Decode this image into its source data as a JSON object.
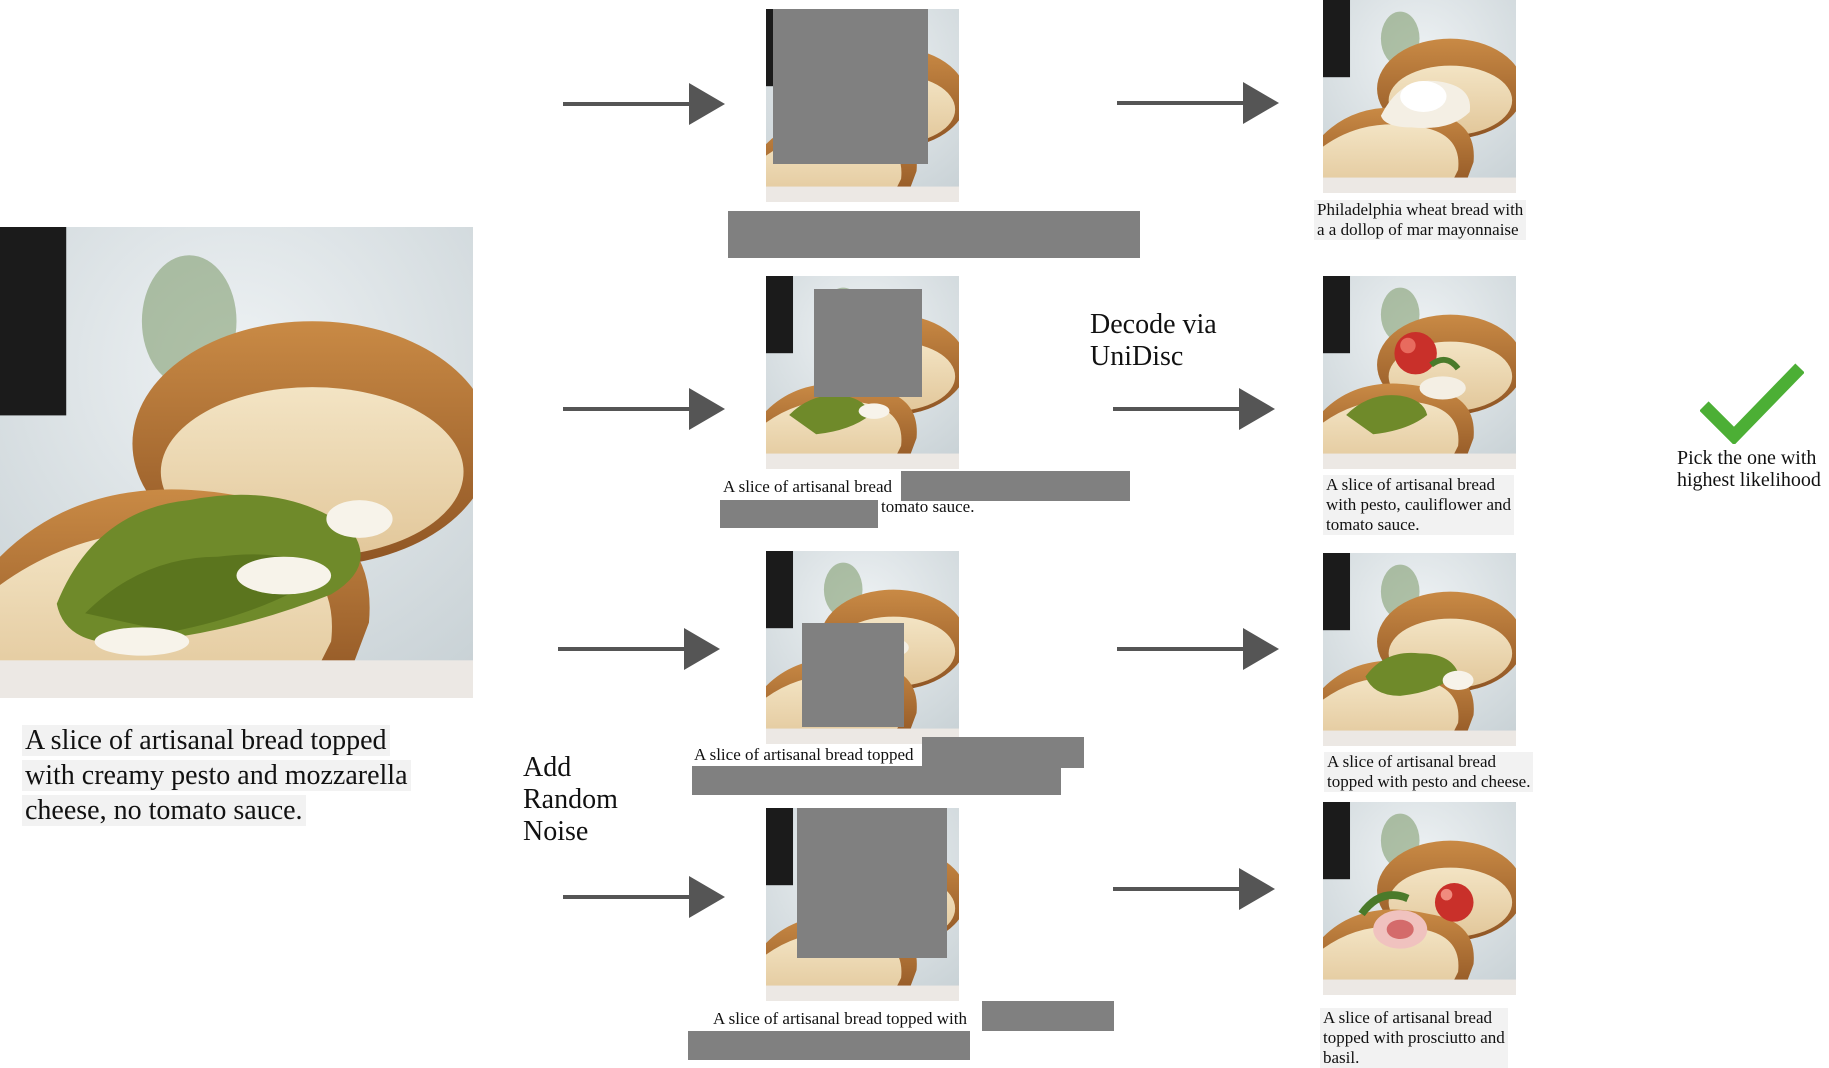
{
  "colors": {
    "mask": "#808080",
    "arrow": "#555555",
    "check": "#4caf35",
    "caption_bg": "#f2f2f2"
  },
  "source": {
    "image": "photo of artisanal bread with pesto and mozzarella",
    "caption_lines": [
      "A slice of artisanal bread topped",
      "with creamy pesto and mozzarella",
      "cheese, no tomato sauce."
    ]
  },
  "labels": {
    "noise": [
      "Add",
      "Random",
      "Noise"
    ],
    "decode": [
      "Decode via",
      "UniDisc"
    ],
    "pick": [
      "Pick the one with",
      "highest likelihood"
    ]
  },
  "icons": {
    "arrow": "right-arrow-icon",
    "check": "checkmark-icon"
  },
  "rows": [
    {
      "masked_caption": [],
      "output_caption": [
        "Philadelphia wheat bread with",
        "a a dollop of mar mayonnaise"
      ]
    },
    {
      "masked_caption": [
        "A slice of artisanal bread",
        "tomato sauce."
      ],
      "output_caption": [
        "A slice of artisanal bread",
        "with pesto, cauliflower  and",
        "tomato sauce."
      ]
    },
    {
      "masked_caption": [
        "A slice of artisanal bread topped"
      ],
      "output_caption": [
        "A slice of artisanal bread",
        "topped with pesto and cheese."
      ]
    },
    {
      "masked_caption": [
        "A slice of artisanal bread topped with"
      ],
      "output_caption": [
        "A slice of artisanal bread",
        "topped with prosciutto and",
        "basil."
      ]
    }
  ]
}
